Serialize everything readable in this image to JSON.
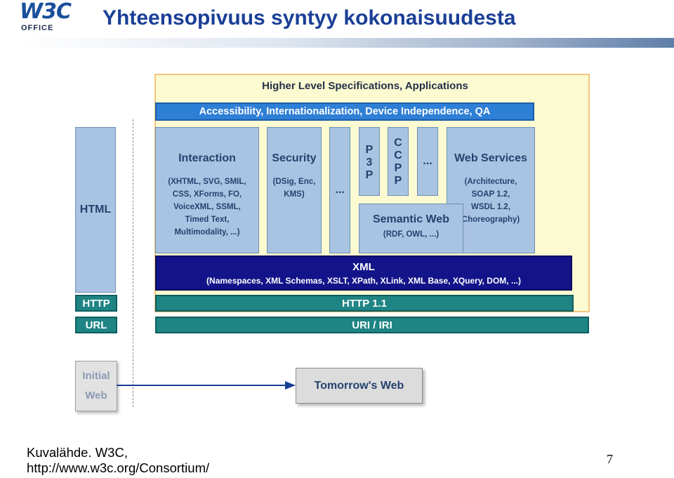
{
  "logo": {
    "mark": "W3C",
    "sub": "OFFICE"
  },
  "title": "Yhteensopivuus syntyy kokonaisuudesta",
  "diagram": {
    "higher": "Higher Level Specifications, Applications",
    "access": "Accessibility, Internationalization, Device Independence, QA",
    "interaction": {
      "head": "Interaction",
      "lines": [
        "(XHTML, SVG, SMIL,",
        "CSS, XForms, FO,",
        "VoiceXML, SSML,",
        "Timed Text,",
        "Multimodality, ...)"
      ]
    },
    "security": {
      "head": "Security",
      "lines": [
        "(DSig, Enc,",
        "KMS)"
      ]
    },
    "dots": "...",
    "p3p": [
      "P",
      "3",
      "P"
    ],
    "ccpp": [
      "C",
      "C",
      "P",
      "P"
    ],
    "webservices": {
      "head": "Web Services",
      "lines": [
        "(Architecture,",
        "SOAP 1.2,",
        "WSDL 1.2,",
        "Choreography)"
      ]
    },
    "semweb": {
      "head": "Semantic Web",
      "sub": "(RDF, OWL, ...)"
    },
    "xml": {
      "head": "XML",
      "sub": "(Namespaces, XML Schemas, XSLT, XPath, XLink, XML Base, XQuery, DOM, ...)"
    },
    "html": "HTML",
    "http": "HTTP",
    "url": "URL",
    "http11": "HTTP 1.1",
    "uri": "URI / IRI",
    "initial": [
      "Initial",
      "Web"
    ],
    "tomorrow": "Tomorrow's Web"
  },
  "caption": [
    "Kuvalähde. W3C,",
    "http://www.w3c.org/Consortium/"
  ],
  "page_number": "7",
  "colors": {
    "title": "#1a3f96",
    "module": "#a9c4e2",
    "xml": "#14148a",
    "teal": "#1f8484",
    "access": "#2e7fd6",
    "higher": "#fcfad0"
  }
}
